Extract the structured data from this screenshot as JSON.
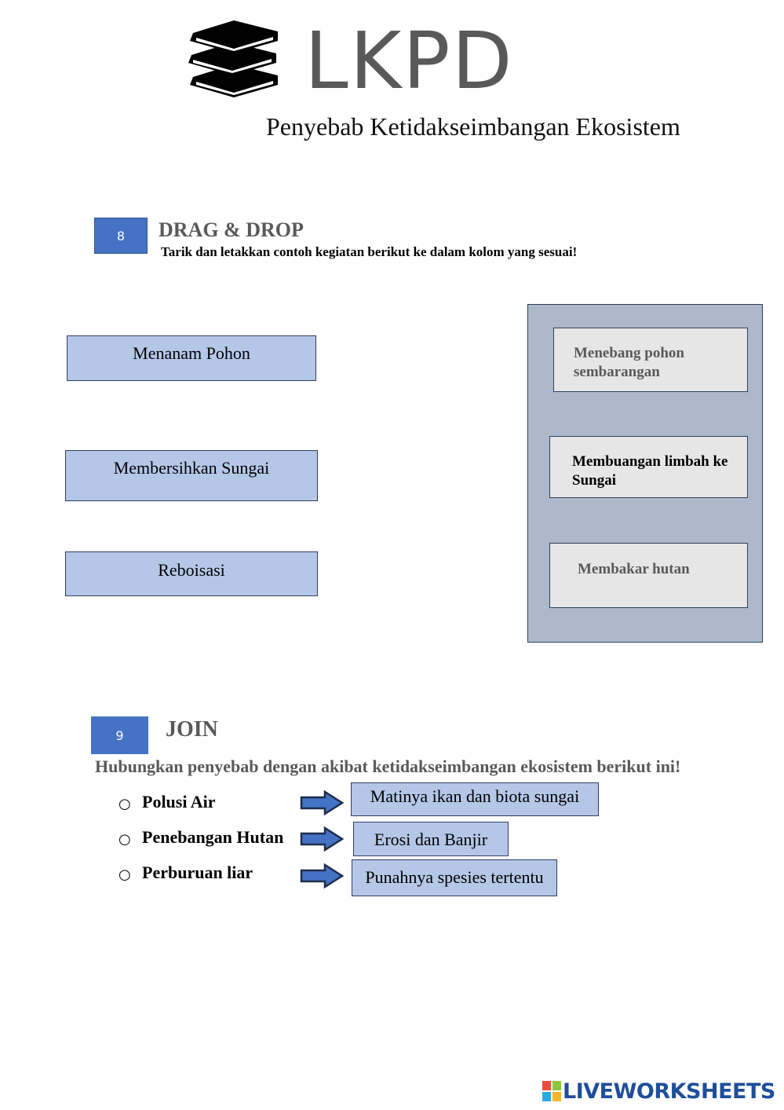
{
  "header": {
    "logo_text": "LKPD",
    "subtitle": "Penyebab Ketidakseimbangan Ekosistem",
    "logo_icon": "books-stack-icon"
  },
  "section8": {
    "number": "8",
    "title": "DRAG & DROP",
    "instruction": "Tarik dan letakkan contoh kegiatan berikut ke dalam kolom yang sesuai!",
    "options": [
      "Menanam Pohon",
      "Membersihkan Sungai",
      "Reboisasi"
    ],
    "drop_zone": [
      {
        "line1": "Menebang pohon",
        "line2": "sembarangan"
      },
      {
        "line1": "Membuangan limbah ke",
        "line2": "Sungai"
      },
      {
        "line1": "Membakar hutan",
        "line2": ""
      }
    ]
  },
  "section9": {
    "number": "9",
    "title": "JOIN",
    "instruction": "Hubungkan penyebab dengan akibat ketidakseimbangan ekosistem berikut ini!",
    "bullet_symbol": "○",
    "causes": [
      "Polusi Air",
      "Penebangan Hutan",
      "Perburuan liar"
    ],
    "effects": [
      "Matinya ikan dan biota sungai",
      "Erosi dan Banjir",
      "Punahnya spesies tertentu"
    ]
  },
  "footer": {
    "brand": "LIVEWORKSHEETS"
  },
  "colors": {
    "badge": "#4472c4",
    "option_fill": "#b4c7e7",
    "drop_panel": "#adb9ca",
    "drop_box": "#e7e6e6",
    "arrow": "#4472c4",
    "brand": "#1f4e9a"
  }
}
